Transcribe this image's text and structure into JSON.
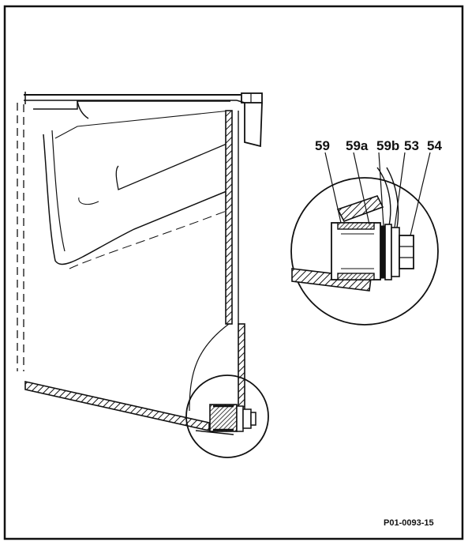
{
  "figure": {
    "reference": "P01-0093-15",
    "callouts": [
      "59",
      "59a",
      "59b",
      "53",
      "54"
    ]
  },
  "colors": {
    "ink": "#111111",
    "paper": "#ffffff"
  }
}
